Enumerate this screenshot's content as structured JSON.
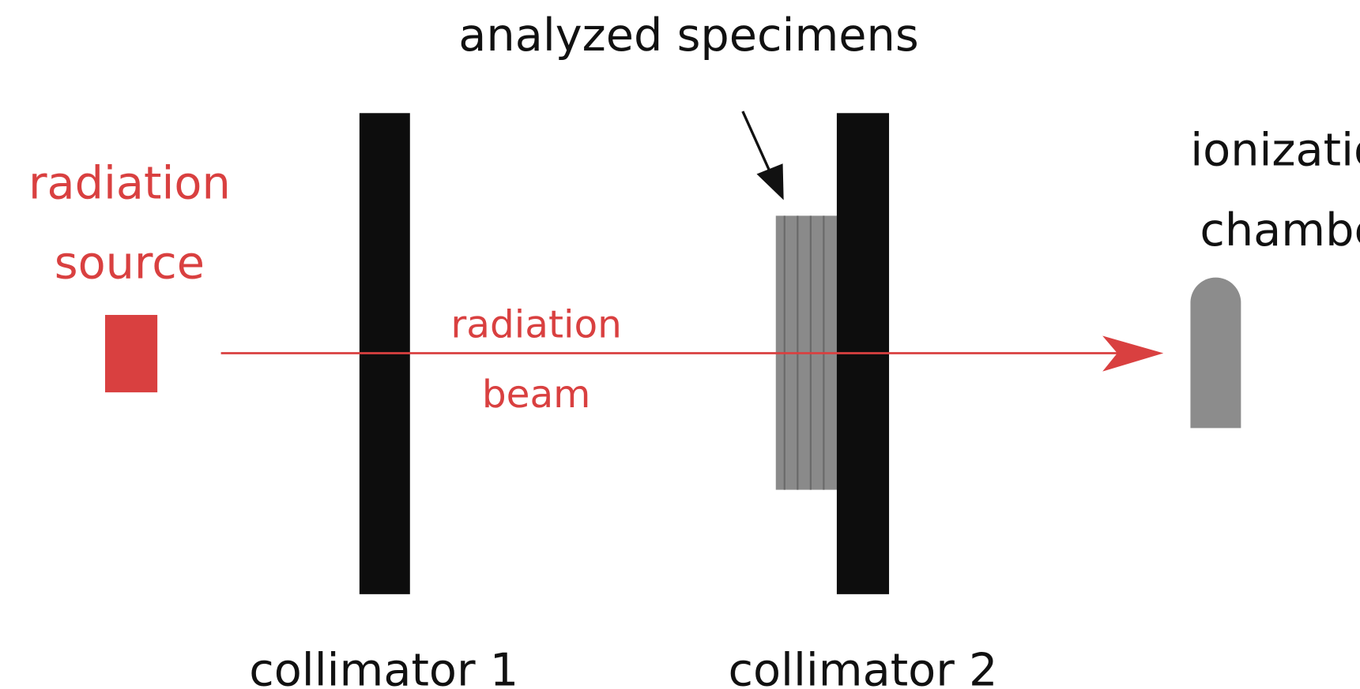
{
  "labels": {
    "specimens": "analyzed specimens",
    "source_line1": "radiation",
    "source_line2": "source",
    "beam_line1": "radiation",
    "beam_line2": "beam",
    "chamber_line1": "ionization",
    "chamber_line2": "chamber",
    "collimator1": "collimator 1",
    "collimator2": "collimator 2"
  },
  "colors": {
    "radiation": "#d94040",
    "collimator": "#0d0d0d",
    "specimen": "#8a8a8a",
    "chamber": "#8c8c8c"
  }
}
